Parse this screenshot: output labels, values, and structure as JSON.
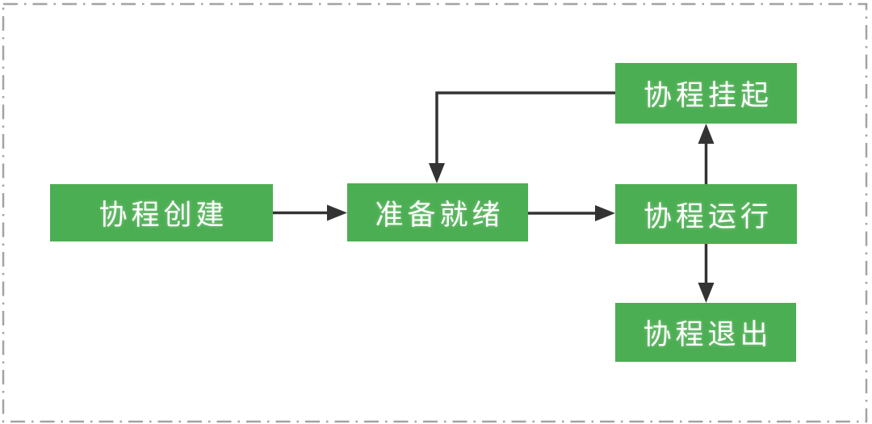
{
  "diagram": {
    "title": "coroutine-lifecycle-flowchart",
    "nodes": [
      {
        "id": "create",
        "label": "协程创建"
      },
      {
        "id": "ready",
        "label": "准备就绪"
      },
      {
        "id": "suspend",
        "label": "协程挂起"
      },
      {
        "id": "run",
        "label": "协程运行"
      },
      {
        "id": "exit",
        "label": "协程退出"
      }
    ],
    "edges": [
      {
        "from": "create",
        "to": "ready",
        "style": "straight-right"
      },
      {
        "from": "ready",
        "to": "run",
        "style": "straight-right"
      },
      {
        "from": "run",
        "to": "suspend",
        "style": "straight-up"
      },
      {
        "from": "suspend",
        "to": "ready",
        "style": "elbow-left-down"
      },
      {
        "from": "run",
        "to": "exit",
        "style": "straight-down"
      }
    ],
    "colors": {
      "node_fill": "#4cae52",
      "node_text": "#ffffff",
      "arrow": "#333333",
      "border": "#a3a3a3",
      "background": "#ffffff"
    }
  }
}
